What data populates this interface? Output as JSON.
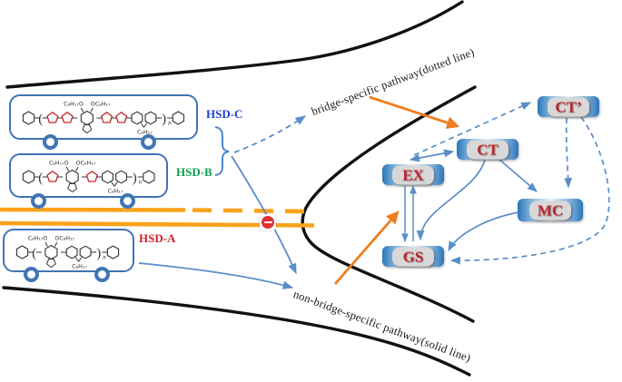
{
  "figure": {
    "type": "road-fork photophysics scheme"
  },
  "colors": {
    "road_black": "#111111",
    "median_orange": "#f9a21b",
    "orange_arrow": "#ee7e20",
    "blue_arrow": "#5b8dc8",
    "box_border_blue": "#4173b3",
    "node_edge_blue": "#2a76ba",
    "node_text_red": "#c0262c",
    "hsd_c_blue": "#1e3fd0",
    "hsd_b_green": "#0aa14f",
    "hsd_a_red": "#d31f26"
  },
  "roads": {
    "bridge_pathway_label": "bridge-specific pathway(dotted line)",
    "non_bridge_pathway_label": "non-bridge-specific pathway(solid line)"
  },
  "sign": {
    "type": "no-entry"
  },
  "molecules": {
    "hsd_c": {
      "label": "HSD-C",
      "substituent_left": "C₈H₁₇O",
      "substituent_right": "OC₈H₁₇",
      "side_chain": "C₈H₁₇",
      "repeat_index": "n",
      "units": [
        "phenyl",
        "bracket_open",
        "thiophene",
        "thiophene",
        "core",
        "thiophene",
        "thiophene",
        "carbazole",
        "bracket_close",
        "phenyl"
      ]
    },
    "hsd_b": {
      "label": "HSD-B",
      "substituent_left": "C₈H₁₇O",
      "substituent_right": "OC₈H₁₇",
      "side_chain": "C₈H₁₇",
      "repeat_index": "n",
      "units": [
        "phenyl",
        "bracket_open",
        "thiophene",
        "core",
        "thiophene",
        "carbazole",
        "bracket_close",
        "phenyl"
      ]
    },
    "hsd_a": {
      "label": "HSD-A",
      "substituent_left": "C₈H₁₇O",
      "substituent_right": "OC₈H₁₇",
      "side_chain": "C₈H₁₇",
      "repeat_index": "n",
      "units": [
        "phenyl",
        "bracket_open",
        "core",
        "carbazole",
        "bracket_close",
        "phenyl"
      ]
    }
  },
  "states": {
    "ct_prime": {
      "label": "CT’"
    },
    "ct": {
      "label": "CT"
    },
    "ex": {
      "label": "EX"
    },
    "mc": {
      "label": "MC"
    },
    "gs": {
      "label": "GS"
    }
  },
  "transitions": [
    {
      "from": "EX",
      "to": "CT",
      "style": "solid",
      "bidirectional": true
    },
    {
      "from": "EX",
      "to": "GS",
      "style": "solid",
      "bidirectional": true
    },
    {
      "from": "EX",
      "to": "CT’",
      "style": "dashed"
    },
    {
      "from": "CT",
      "to": "GS",
      "style": "solid"
    },
    {
      "from": "CT",
      "to": "MC",
      "style": "solid"
    },
    {
      "from": "MC",
      "to": "GS",
      "style": "solid"
    },
    {
      "from": "CT’",
      "to": "MC",
      "style": "dashed"
    },
    {
      "from": "CT’",
      "to": "GS",
      "style": "dashed"
    }
  ]
}
